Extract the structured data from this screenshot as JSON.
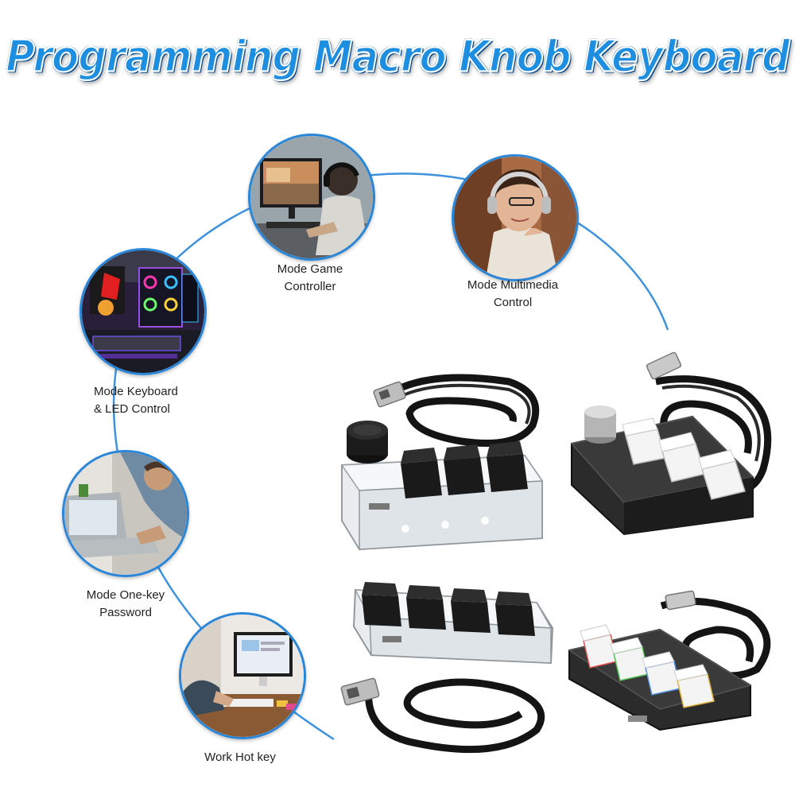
{
  "title": "Programming Macro  Knob Keyboard",
  "colors": {
    "accent": "#2a86d8",
    "title_fill": "#1e8fe0",
    "title_outline": "#0a4d8c"
  },
  "modes": [
    {
      "label": "Mode Game\nController",
      "icon": "gamer-photo"
    },
    {
      "label": "Mode Multimedia\nControl",
      "icon": "headset-user-photo"
    },
    {
      "label": "Mode Keyboard\n& LED Control",
      "icon": "rgb-pc-setup-photo"
    },
    {
      "label": "Mode One-key\nPassword",
      "icon": "laptop-typing-photo"
    },
    {
      "label": "Work Hot key",
      "icon": "office-desk-photo"
    }
  ],
  "products": [
    {
      "variant": "knob-3-key-transparent-black"
    },
    {
      "variant": "knob-2-key-black-white"
    },
    {
      "variant": "4-key-transparent-black"
    },
    {
      "variant": "4-key-black-white-rgb"
    }
  ]
}
